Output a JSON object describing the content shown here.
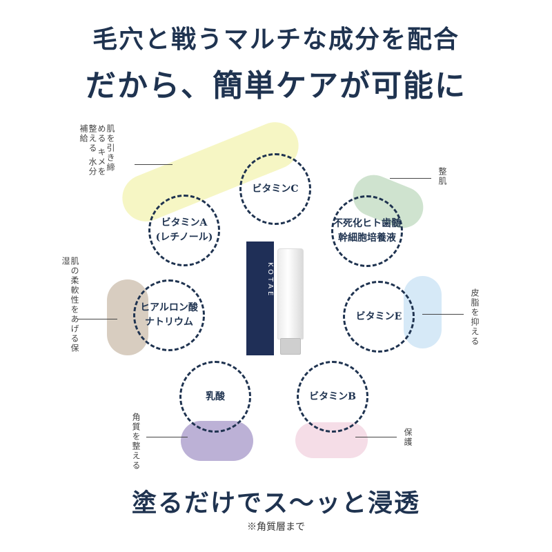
{
  "headline": {
    "line1": "毛穴と戦うマルチな成分を配合",
    "line2": "だから、簡単ケアが可能に"
  },
  "ingredients": {
    "vitamin_c": "ビタミンC",
    "vitamin_a": "ビタミンA",
    "vitamin_a_sub": "(レチノール)",
    "stem_cell_1": "不死化ヒト歯髄",
    "stem_cell_2": "幹細胞培養液",
    "hyaluronic_1": "ヒアルロン酸",
    "hyaluronic_2": "ナトリウム",
    "vitamin_e": "ビタミンE",
    "lactic": "乳酸",
    "vitamin_b": "ビタミンB"
  },
  "effects": {
    "yellow": "肌を引き締める キメを整える 水分補給",
    "green": "整肌",
    "beige": "肌の柔軟性をあげる保湿",
    "blue": "皮脂を抑える",
    "purple": "角質を整える",
    "pink": "保護"
  },
  "product": {
    "brand": "KOTAE"
  },
  "footer": {
    "tagline": "塗るだけでス〜ッと浸透",
    "note": "※角質層まで"
  },
  "colors": {
    "navy": "#1f3350",
    "yellow": "#f6f6c4",
    "green": "#cfe3cf",
    "beige": "#d8cdc0",
    "blue": "#d6e9f7",
    "purple": "#bcb1d6",
    "pink": "#f5dde7"
  }
}
